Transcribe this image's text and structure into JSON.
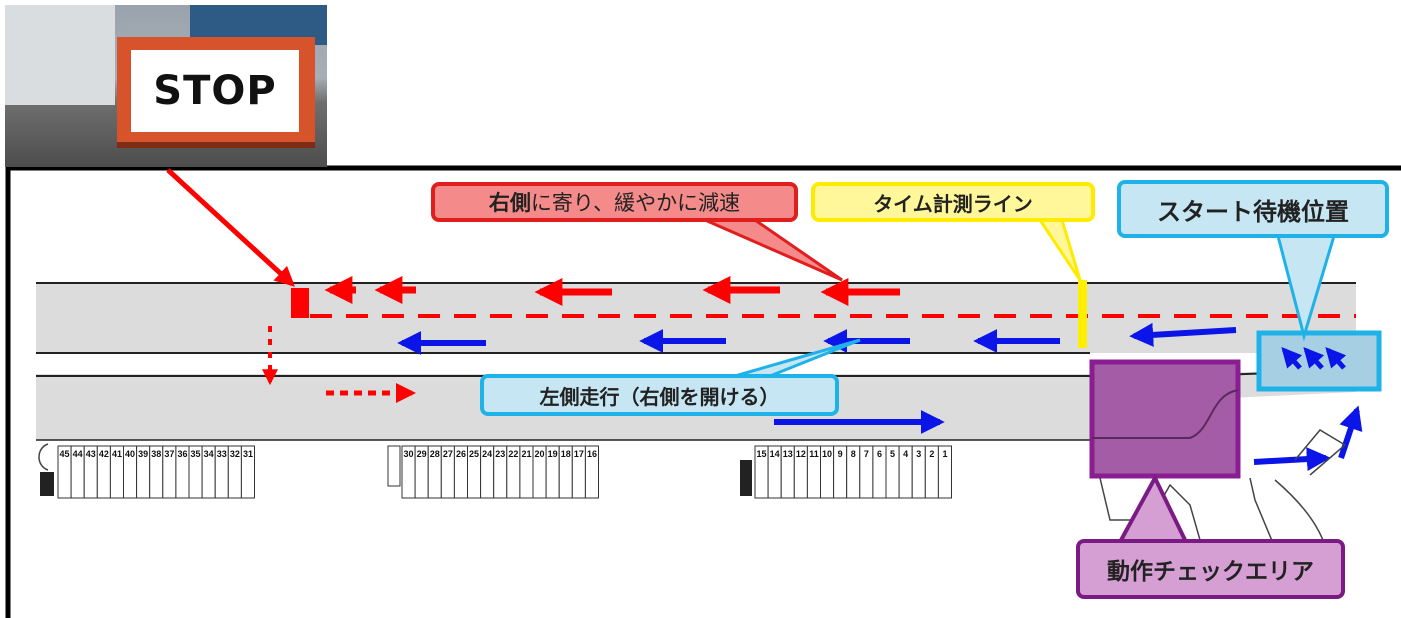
{
  "photo": {
    "sign_text": "STOP"
  },
  "callouts": {
    "slow_down_bold": "右側",
    "slow_down_rest": "に寄り、緩やかに減速",
    "timing_line": "タイム計測ライン",
    "start_wait": "スタート待機位置",
    "keep_left": "左側走行（右側を開ける）",
    "check_area": "動作チェックエリア"
  },
  "parking": {
    "left_block": [
      "45",
      "44",
      "43",
      "42",
      "41",
      "40",
      "39",
      "38",
      "37",
      "36",
      "35",
      "34",
      "33",
      "32",
      "31"
    ],
    "mid_block": [
      "30",
      "29",
      "28",
      "27",
      "26",
      "25",
      "24",
      "23",
      "22",
      "21",
      "20",
      "19",
      "18",
      "17",
      "16"
    ],
    "right_block": [
      "15",
      "14",
      "13",
      "12",
      "11",
      "10",
      "9",
      "8",
      "7",
      "6",
      "5",
      "4",
      "3",
      "2",
      "1"
    ]
  },
  "colors": {
    "red_route": "#ff0000",
    "blue_route": "#0b15e8",
    "timing_line": "#ffee00",
    "start_box": "#1fb2e8",
    "check_area": "#8a1d92",
    "road": "#dcdcdc"
  }
}
